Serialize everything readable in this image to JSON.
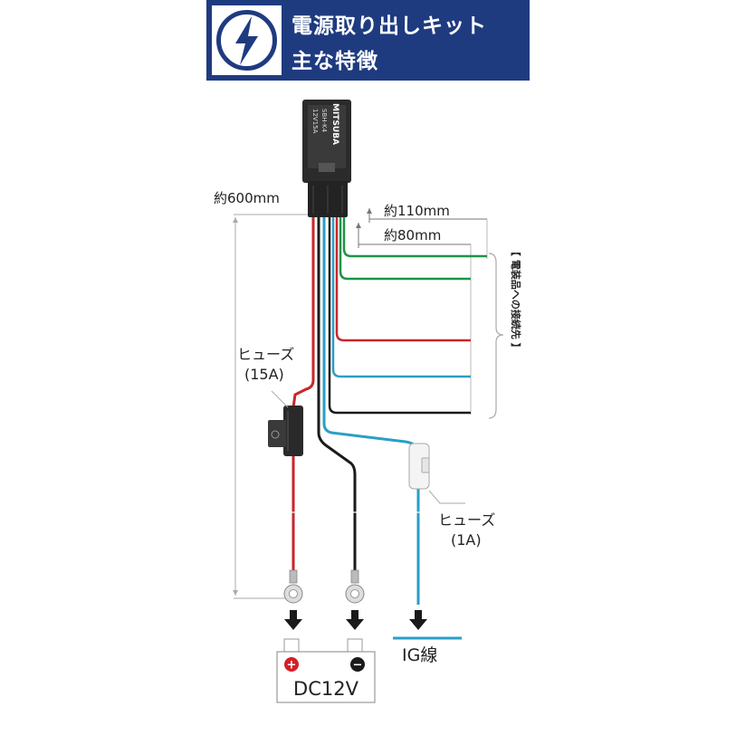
{
  "header": {
    "title_line1": "電源取り出しキット",
    "title_line2": "主な特徴",
    "icon": "lightning-bolt-icon"
  },
  "module": {
    "brand": "MITSUBA",
    "model": "SBH-K4",
    "rating": "12V15A"
  },
  "labels": {
    "length_total": "約600mm",
    "length_branch_long": "約110mm",
    "length_branch_short": "約80mm",
    "outputs_bracket": "【 電装品への接続先 】",
    "fuse_main_name": "ヒューズ",
    "fuse_main_rating": "(15A)",
    "fuse_ig_name": "ヒューズ",
    "fuse_ig_rating": "(1A)",
    "ig_wire": "IG線",
    "battery": "DC12V",
    "battery_plus": "+",
    "battery_minus": "−"
  },
  "colors": {
    "header_bg": "#1f3b80",
    "wire_red": "#c8262b",
    "wire_green": "#1f9447",
    "wire_cyan": "#2a9fc4",
    "wire_black": "#1a1a1a",
    "terminal_plus": "#d32027"
  }
}
